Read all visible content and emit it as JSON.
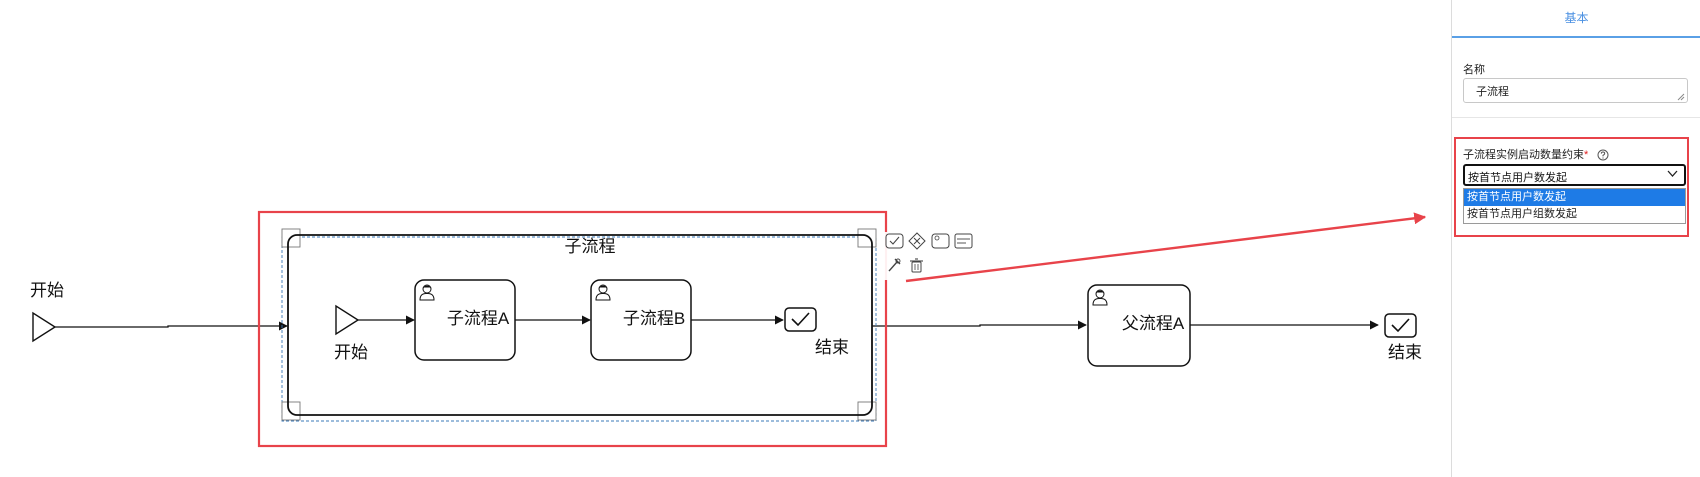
{
  "diagram": {
    "outer_start_label": "开始",
    "subprocess_title": "子流程",
    "inner_start_label": "开始",
    "task_a_label": "子流程A",
    "task_b_label": "子流程B",
    "inner_end_label": "结束",
    "parent_task_label": "父流程A",
    "outer_end_label": "结束"
  },
  "panel": {
    "tab_label": "基本",
    "name_label": "名称",
    "name_value": "子流程",
    "constraint_label": "子流程实例启动数量约束",
    "required_mark": "*",
    "select_value": "按首节点用户数发起",
    "options": [
      "按首节点用户数发起",
      "按首节点用户组数发起"
    ]
  },
  "colors": {
    "highlight_red": "#e8434a",
    "accent_blue": "#4a90e2",
    "selected_option_blue": "#1e7be6",
    "diagram_stroke": "#111111"
  },
  "icons": {
    "context_pad": [
      "check-icon",
      "gateway-icon",
      "user-task-icon",
      "subprocess-icon",
      "wrench-icon",
      "trash-icon"
    ],
    "task": "user-icon",
    "end": "check-icon",
    "help": "help-icon"
  }
}
